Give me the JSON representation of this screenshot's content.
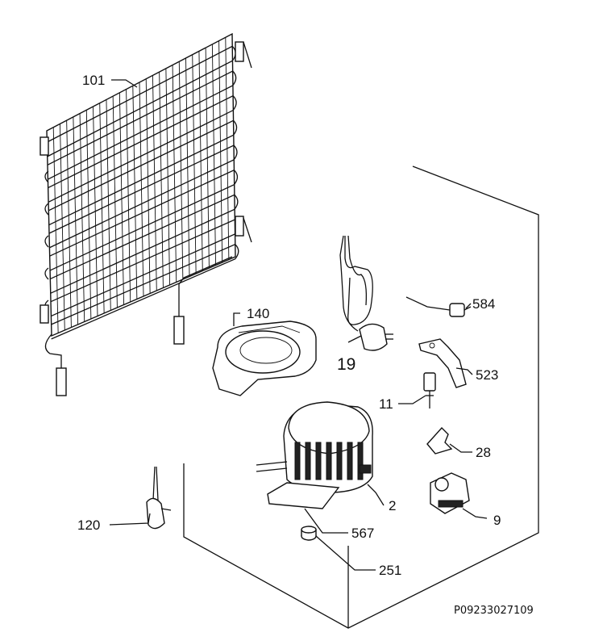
{
  "diagram": {
    "reference_code": "P09233027109",
    "parts": [
      {
        "id": "101",
        "label": "101"
      },
      {
        "id": "140",
        "label": "140"
      },
      {
        "id": "19",
        "label": "19"
      },
      {
        "id": "584",
        "label": "584"
      },
      {
        "id": "523",
        "label": "523"
      },
      {
        "id": "11",
        "label": "11"
      },
      {
        "id": "28",
        "label": "28"
      },
      {
        "id": "2",
        "label": "2"
      },
      {
        "id": "9",
        "label": "9"
      },
      {
        "id": "120",
        "label": "120"
      },
      {
        "id": "567",
        "label": "567"
      },
      {
        "id": "251",
        "label": "251"
      }
    ]
  }
}
